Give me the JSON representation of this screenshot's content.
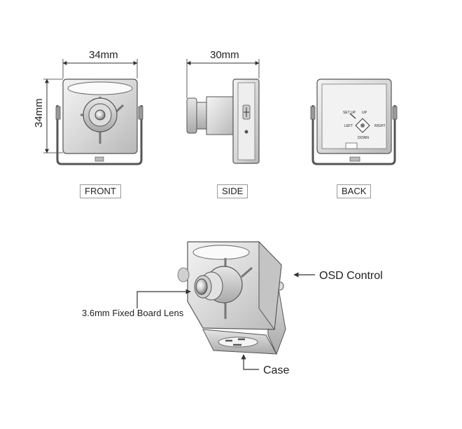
{
  "views": {
    "front": {
      "width_label": "34mm",
      "height_label": "34mm",
      "caption": "FRONT"
    },
    "side": {
      "width_label": "30mm",
      "caption": "SIDE"
    },
    "back": {
      "caption": "BACK",
      "osd": {
        "setup": "SET UP",
        "up": "UP",
        "left": "LEFT",
        "right": "RIGHT",
        "down": "DOWN"
      }
    }
  },
  "callouts": {
    "osd_control": "OSD Control",
    "lens": "3.6mm Fixed Board Lens",
    "case": "Case"
  }
}
